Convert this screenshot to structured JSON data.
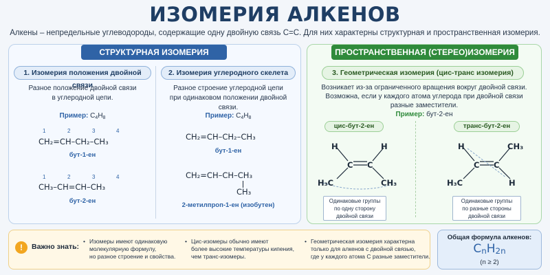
{
  "title": "ИЗОМЕРИЯ АЛКЕНОВ",
  "subtitle": "Алкены – непредельные углеводороды, содержащие одну двойную связь С=С. Для них характерны структурная и пространственная изомерия.",
  "structural": {
    "header": "СТРУКТУРНАЯ ИЗОМЕРИЯ",
    "position": {
      "title": "1. Изомерия положения двойной связи",
      "desc_1": "Разное положение двойной связи",
      "desc_2": "в углеродной цепи.",
      "example_label": "Пример:",
      "example_c": "C",
      "example_c_sub": "4",
      "example_h": "H",
      "example_h_sub": "8",
      "nums_1": [
        "1",
        "2",
        "3",
        "4"
      ],
      "formula_1": "CH₂=CH–CH₂–CH₃",
      "name_1": "бут-1-ен",
      "nums_2": [
        "1",
        "2",
        "3",
        "4"
      ],
      "formula_2": "CH₃–CH=CH–CH₃",
      "name_2": "бут-2-ен"
    },
    "skeleton": {
      "title": "2. Изомерия углеродного скелета",
      "desc_1": "Разное строение углеродной цепи",
      "desc_2": "при одинаковом положении двойной связи.",
      "example_label": "Пример:",
      "example_c": "C",
      "example_c_sub": "4",
      "example_h": "H",
      "example_h_sub": "8",
      "formula_1": "CH₂=CH–CH₂–CH₃",
      "name_1": "бут-1-ен",
      "formula_2": "CH₂=CH–CH–CH₃",
      "formula_2_branch": "CH₃",
      "name_2": "2-метилпроп-1-ен (изобутен)"
    }
  },
  "spatial": {
    "header": "ПРОСТРАНСТВЕННАЯ (СТЕРЕО)ИЗОМЕРИЯ",
    "geometric": {
      "title": "3. Геометрическая изомерия (цис-транс изомерия)",
      "desc_1": "Возникает из-за ограниченного вращения вокруг двойной связи.",
      "desc_2": "Возможна, если у каждого атома углерода при двойной связи",
      "desc_3": "разные заместители.",
      "example_label": "Пример:",
      "example_value": "бут-2-ен",
      "cis": {
        "label": "цис-бут-2-ен",
        "h_left": "H",
        "h_right": "H",
        "c_left": "C",
        "c_right": "C",
        "ch3_left": "H₃C",
        "ch3_right": "CH₃",
        "note_1": "Одинаковые группы",
        "note_2": "по одну сторону",
        "note_3": "двойной связи"
      },
      "trans": {
        "label": "транс-бут-2-ен",
        "h_top": "H",
        "ch3_top": "CH₃",
        "c_left": "C",
        "c_right": "C",
        "ch3_bottom": "H₃C",
        "h_bottom": "H",
        "note_1": "Одинаковые группы",
        "note_2": "по разные стороны",
        "note_3": "двойной связи"
      }
    }
  },
  "important": {
    "icon": "!",
    "title": "Важно знать:",
    "bullets": [
      [
        "Изомеры имеют одинаковую",
        "молекулярную формулу,",
        "но разное строение и свойства."
      ],
      [
        "Цис-изомеры обычно имеют",
        "более высокие температуры кипения,",
        "чем транс-изомеры."
      ],
      [
        "Геометрическая изомерия характерна",
        "только для алкенов с двойной связью,",
        "где у каждого атома С разные заместители."
      ]
    ]
  },
  "general_formula": {
    "title": "Общая формула алкенов:",
    "c": "C",
    "c_sub": "n",
    "h": "H",
    "h_sub": "2n",
    "condition": "(n ≥ 2)"
  },
  "colors": {
    "blue_accent": "#2f63a6",
    "green_accent": "#2f8a3b",
    "title": "#1f3e64",
    "warning": "#f2a61f"
  }
}
